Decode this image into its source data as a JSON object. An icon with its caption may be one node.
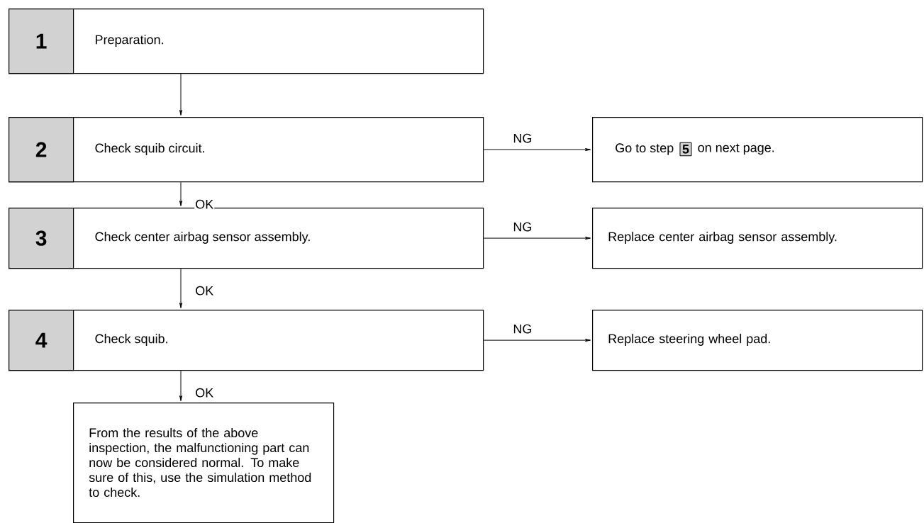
{
  "diagram": {
    "nodes": [
      {
        "text": [
          "1",
          "Preparation."
        ]
      },
      {
        "text": [
          "2",
          "Check squib circuit."
        ]
      },
      {
        "text": [
          "Go to step",
          "5",
          "on next page."
        ]
      },
      {
        "text": [
          "3",
          "Check center airbag sensor assembly."
        ]
      },
      {
        "text": [
          "Replace center airbag sensor assembly."
        ]
      },
      {
        "text": [
          "4",
          "Check squib."
        ]
      },
      {
        "text": [
          "Replace steering wheel pad."
        ]
      },
      {
        "text": [
          "From the results of the above inspection, the malfunctioning part can now be considered normal. To make sure of this, use the simulation method to check."
        ]
      }
    ],
    "edges": [
      {
        "from": 0,
        "to": 1,
        "arrow": "to"
      },
      {
        "from": 1,
        "to": 2,
        "arrow": "to",
        "label": "NG"
      },
      {
        "from": 1,
        "to": 3,
        "arrow": "to",
        "label": "OK"
      },
      {
        "from": 3,
        "to": 4,
        "arrow": "to",
        "label": "NG"
      },
      {
        "from": 3,
        "to": 5,
        "arrow": "to",
        "label": "OK"
      },
      {
        "from": 5,
        "to": 6,
        "arrow": "to",
        "label": "NG"
      },
      {
        "from": 5,
        "to": 7,
        "arrow": "to",
        "label": "OK"
      }
    ]
  }
}
